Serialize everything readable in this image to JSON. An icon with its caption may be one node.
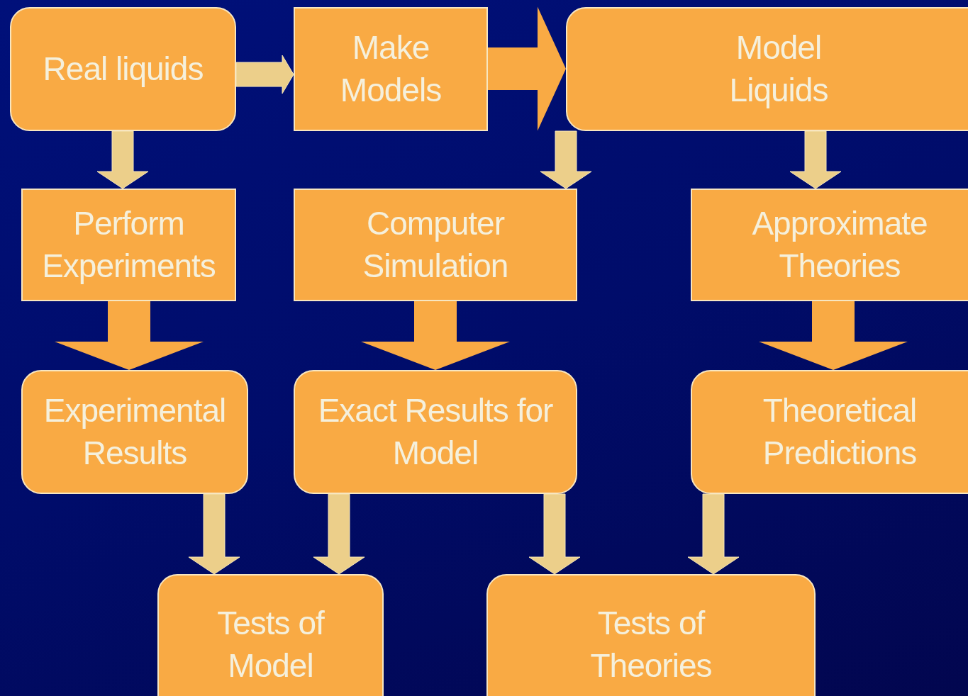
{
  "diagram": {
    "nodes": [
      {
        "text": [
          "Real liquids"
        ]
      },
      {
        "text": [
          "Make Models"
        ]
      },
      {
        "text": [
          "Model Liquids"
        ]
      },
      {
        "text": [
          "Perform Experiments"
        ]
      },
      {
        "text": [
          "Computer Simulation"
        ]
      },
      {
        "text": [
          "Approximate Theories"
        ]
      },
      {
        "text": [
          "Experimental Results"
        ]
      },
      {
        "text": [
          "Exact Results for Model"
        ]
      },
      {
        "text": [
          "Theoretical Predictions"
        ]
      },
      {
        "text": [
          "Tests of Model"
        ]
      },
      {
        "text": [
          "Tests of Theories"
        ]
      }
    ],
    "edges": [
      {
        "from": 0,
        "to": 1,
        "arrow": "to"
      },
      {
        "from": 1,
        "to": 2,
        "arrow": "to",
        "style": "thick",
        "color": "#f9aa44"
      },
      {
        "from": 0,
        "to": 3,
        "arrow": "to"
      },
      {
        "from": 2,
        "to": 4,
        "arrow": "to"
      },
      {
        "from": 2,
        "to": 5,
        "arrow": "to"
      },
      {
        "from": 3,
        "to": 6,
        "arrow": "to",
        "style": "thick",
        "color": "#f9aa44"
      },
      {
        "from": 4,
        "to": 7,
        "arrow": "to",
        "style": "thick",
        "color": "#f9aa44"
      },
      {
        "from": 5,
        "to": 8,
        "arrow": "to",
        "style": "thick",
        "color": "#f9aa44"
      },
      {
        "from": 6,
        "to": 9,
        "arrow": "to"
      },
      {
        "from": 7,
        "to": 9,
        "arrow": "to"
      },
      {
        "from": 7,
        "to": 10,
        "arrow": "to"
      },
      {
        "from": 8,
        "to": 10,
        "arrow": "to"
      }
    ]
  }
}
